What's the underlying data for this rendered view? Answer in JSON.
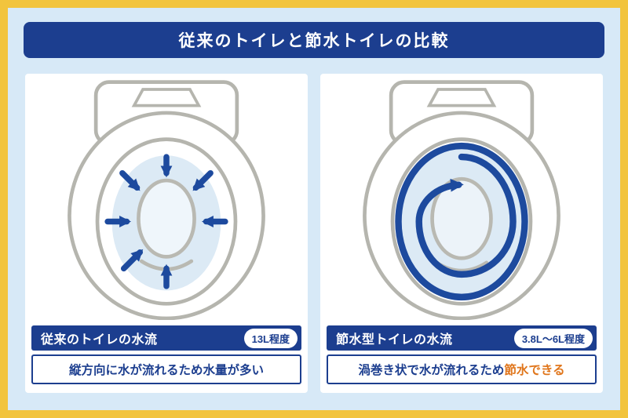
{
  "title": "従来のトイレと節水トイレの比較",
  "colors": {
    "frame_border": "#F2C43D",
    "background": "#D7E9F7",
    "navy": "#1C3E8F",
    "arrow_blue": "#1D4A9E",
    "highlight_orange": "#E0761C",
    "toilet_gray": "#B5B5AE",
    "water_blue": "#DCEAF5"
  },
  "panels": {
    "left": {
      "illustration": "conventional-toilet-top-view-with-inward-arrows",
      "flow_label": "従来のトイレの水流",
      "volume_badge": "13L程度",
      "description": "縦方向に水が流れるため水量が多い"
    },
    "right": {
      "illustration": "water-saving-toilet-top-view-with-spiral-arrow",
      "flow_label": "節水型トイレの水流",
      "volume_badge": "3.8L〜6L程度",
      "description_prefix": "渦巻き状で水が流れるため",
      "description_highlight": "節水できる"
    }
  }
}
